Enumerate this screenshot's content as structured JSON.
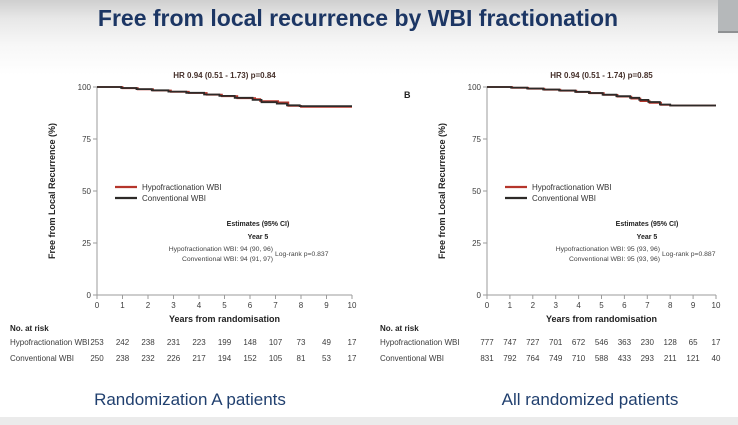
{
  "title": "Free from local recurrence by WBI fractionation",
  "colors": {
    "title_navy": "#1c3664",
    "caption_navy": "#21406f",
    "hypofractionation_red": "#b5352b",
    "conventional_black": "#2d2a28",
    "hr_text": "#45302a",
    "axis_gray": "#9b9b9b"
  },
  "chart_data": [
    {
      "type": "line",
      "subtype": "kaplan-meier-step",
      "panel_label": "",
      "hr_annotation": "HR 0.94 (0.51 - 1.73) p=0.84",
      "xlabel": "Years from randomisation",
      "ylabel": "Free from Local Recurrence (%)",
      "xlim": [
        0,
        10
      ],
      "ylim": [
        0,
        100
      ],
      "xticks": [
        0,
        1,
        2,
        3,
        4,
        5,
        6,
        7,
        8,
        9,
        10
      ],
      "yticks": [
        0,
        25,
        50,
        75,
        100
      ],
      "series": [
        {
          "name": "Hypofractionation WBI",
          "color": "#b5352b",
          "points": [
            [
              0,
              100
            ],
            [
              0.85,
              100
            ],
            [
              1.0,
              99.4
            ],
            [
              1.5,
              99.4
            ],
            [
              1.6,
              98.9
            ],
            [
              2.1,
              98.9
            ],
            [
              2.2,
              98.3
            ],
            [
              2.7,
              98.3
            ],
            [
              2.9,
              97.7
            ],
            [
              3.4,
              97.7
            ],
            [
              3.6,
              97.1
            ],
            [
              4.1,
              97.1
            ],
            [
              4.3,
              96.3
            ],
            [
              4.7,
              96.3
            ],
            [
              4.9,
              95.6
            ],
            [
              5.3,
              95.6
            ],
            [
              5.5,
              94.6
            ],
            [
              6.0,
              94.6
            ],
            [
              6.2,
              94.2
            ],
            [
              6.4,
              93.2
            ],
            [
              7.0,
              93.2
            ],
            [
              7.1,
              92.6
            ],
            [
              7.4,
              92.6
            ],
            [
              7.5,
              90.9
            ],
            [
              7.9,
              90.9
            ],
            [
              8.0,
              90.5
            ],
            [
              10,
              90.5
            ]
          ]
        },
        {
          "name": "Conventional WBI",
          "color": "#2d2a28",
          "points": [
            [
              0,
              100
            ],
            [
              0.75,
              100
            ],
            [
              0.95,
              99.5
            ],
            [
              1.45,
              99.5
            ],
            [
              1.55,
              99.0
            ],
            [
              2.0,
              99.0
            ],
            [
              2.15,
              98.4
            ],
            [
              2.6,
              98.4
            ],
            [
              2.8,
              97.8
            ],
            [
              3.3,
              97.8
            ],
            [
              3.5,
              97.2
            ],
            [
              4.0,
              97.2
            ],
            [
              4.2,
              96.4
            ],
            [
              4.6,
              96.4
            ],
            [
              4.8,
              95.7
            ],
            [
              5.2,
              95.7
            ],
            [
              5.4,
              94.8
            ],
            [
              5.9,
              94.8
            ],
            [
              6.1,
              93.8
            ],
            [
              6.35,
              93.8
            ],
            [
              6.45,
              92.7
            ],
            [
              7.0,
              92.7
            ],
            [
              7.05,
              92.0
            ],
            [
              7.35,
              92.0
            ],
            [
              7.45,
              91.2
            ],
            [
              7.8,
              91.2
            ],
            [
              7.95,
              90.8
            ],
            [
              10,
              90.8
            ]
          ]
        }
      ],
      "estimates": {
        "header": "Estimates (95% CI)",
        "period": "Year 5",
        "rows": [
          "Hypofractionation WBI:  94 (90, 96)",
          "Conventional WBI:  94 (91, 97)"
        ],
        "logrank": "Log-rank p=0.837"
      },
      "at_risk": {
        "header": "No. at risk",
        "rows": [
          {
            "label": "Hypofractionation WBI",
            "values": [
              "253",
              "242",
              "238",
              "231",
              "223",
              "199",
              "148",
              "107",
              "73",
              "49",
              "17"
            ]
          },
          {
            "label": "Conventional WBI",
            "values": [
              "250",
              "238",
              "232",
              "226",
              "217",
              "194",
              "152",
              "105",
              "81",
              "53",
              "17"
            ]
          }
        ]
      },
      "caption": "Randomization A patients"
    },
    {
      "type": "line",
      "subtype": "kaplan-meier-step",
      "panel_label": "B",
      "hr_annotation": "HR 0.94 (0.51 - 1.74) p=0.85",
      "xlabel": "Years from randomisation",
      "ylabel": "Free from Local Recurrence (%)",
      "xlim": [
        0,
        10
      ],
      "ylim": [
        0,
        100
      ],
      "xticks": [
        0,
        1,
        2,
        3,
        4,
        5,
        6,
        7,
        8,
        9,
        10
      ],
      "yticks": [
        0,
        25,
        50,
        75,
        100
      ],
      "series": [
        {
          "name": "Hypofractionation WBI",
          "color": "#b5352b",
          "points": [
            [
              0,
              100
            ],
            [
              0.95,
              100
            ],
            [
              1.1,
              99.6
            ],
            [
              1.7,
              99.6
            ],
            [
              1.8,
              99.2
            ],
            [
              2.3,
              99.2
            ],
            [
              2.5,
              98.7
            ],
            [
              3.0,
              98.7
            ],
            [
              3.2,
              98.2
            ],
            [
              3.7,
              98.2
            ],
            [
              3.9,
              97.6
            ],
            [
              4.3,
              97.6
            ],
            [
              4.5,
              97.0
            ],
            [
              4.9,
              97.0
            ],
            [
              5.1,
              96.2
            ],
            [
              5.5,
              96.2
            ],
            [
              5.7,
              95.4
            ],
            [
              6.1,
              95.4
            ],
            [
              6.3,
              94.4
            ],
            [
              6.6,
              94.4
            ],
            [
              6.7,
              93.2
            ],
            [
              7.0,
              93.2
            ],
            [
              7.1,
              92.4
            ],
            [
              7.5,
              92.4
            ],
            [
              7.6,
              91.4
            ],
            [
              7.9,
              91.4
            ],
            [
              8.0,
              91.1
            ],
            [
              10,
              91.1
            ]
          ]
        },
        {
          "name": "Conventional WBI",
          "color": "#2d2a28",
          "points": [
            [
              0,
              100
            ],
            [
              0.9,
              100
            ],
            [
              1.05,
              99.7
            ],
            [
              1.65,
              99.7
            ],
            [
              1.75,
              99.3
            ],
            [
              2.25,
              99.3
            ],
            [
              2.45,
              98.8
            ],
            [
              2.95,
              98.8
            ],
            [
              3.15,
              98.3
            ],
            [
              3.65,
              98.3
            ],
            [
              3.85,
              97.7
            ],
            [
              4.25,
              97.7
            ],
            [
              4.45,
              97.1
            ],
            [
              4.85,
              97.1
            ],
            [
              5.05,
              96.3
            ],
            [
              5.45,
              96.3
            ],
            [
              5.65,
              95.6
            ],
            [
              6.05,
              95.6
            ],
            [
              6.25,
              94.8
            ],
            [
              6.55,
              94.8
            ],
            [
              6.65,
              93.8
            ],
            [
              6.95,
              93.8
            ],
            [
              7.05,
              92.8
            ],
            [
              7.45,
              92.8
            ],
            [
              7.55,
              91.6
            ],
            [
              7.85,
              91.6
            ],
            [
              8.0,
              91.1
            ],
            [
              10,
              91.1
            ]
          ]
        }
      ],
      "estimates": {
        "header": "Estimates (95% CI)",
        "period": "Year 5",
        "rows": [
          "Hypofractionation WBI:  95 (93, 96)",
          "Conventional WBI:  95 (93, 96)"
        ],
        "logrank": "Log-rank p=0.887"
      },
      "at_risk": {
        "header": "No. at risk",
        "rows": [
          {
            "label": "Hypofractionation WBI",
            "values": [
              "777",
              "747",
              "727",
              "701",
              "672",
              "546",
              "363",
              "230",
              "128",
              "65",
              "17"
            ]
          },
          {
            "label": "Conventional WBI",
            "values": [
              "831",
              "792",
              "764",
              "749",
              "710",
              "588",
              "433",
              "293",
              "211",
              "121",
              "40"
            ]
          }
        ]
      },
      "caption": "All randomized patients"
    }
  ]
}
